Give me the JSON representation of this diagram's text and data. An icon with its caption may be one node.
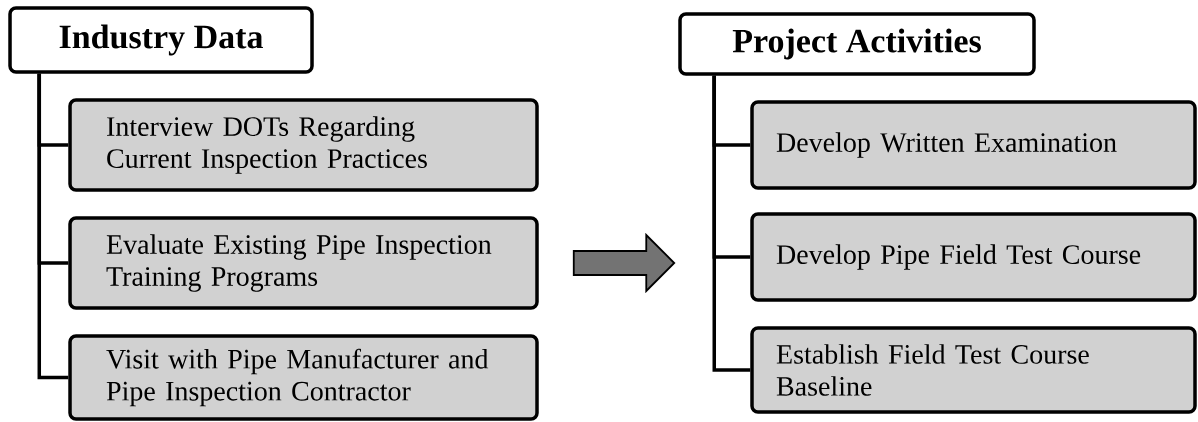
{
  "diagram": {
    "nodes": [
      {
        "text": [
          "Industry Data"
        ]
      },
      {
        "text": [
          "Interview DOTs Regarding Current Inspection Practices"
        ]
      },
      {
        "text": [
          "Evaluate Existing Pipe Inspection Training Programs"
        ]
      },
      {
        "text": [
          "Visit with Pipe Manufacturer and Pipe Inspection Contractor"
        ]
      },
      {
        "text": [
          "Project Activities"
        ]
      },
      {
        "text": [
          "Develop Written Examination"
        ]
      },
      {
        "text": [
          "Develop Pipe Field Test Course"
        ]
      },
      {
        "text": [
          "Establish Field Test Course Baseline"
        ]
      }
    ],
    "edges": [
      {
        "from": 0,
        "to": 1,
        "arrow": "none"
      },
      {
        "from": 0,
        "to": 2,
        "arrow": "none"
      },
      {
        "from": 0,
        "to": 3,
        "arrow": "none"
      },
      {
        "from": 4,
        "to": 5,
        "arrow": "none"
      },
      {
        "from": 4,
        "to": 6,
        "arrow": "none"
      },
      {
        "from": 4,
        "to": 7,
        "arrow": "none"
      },
      {
        "from": 2,
        "to": 6,
        "arrow": "to",
        "style": "thick"
      }
    ]
  }
}
